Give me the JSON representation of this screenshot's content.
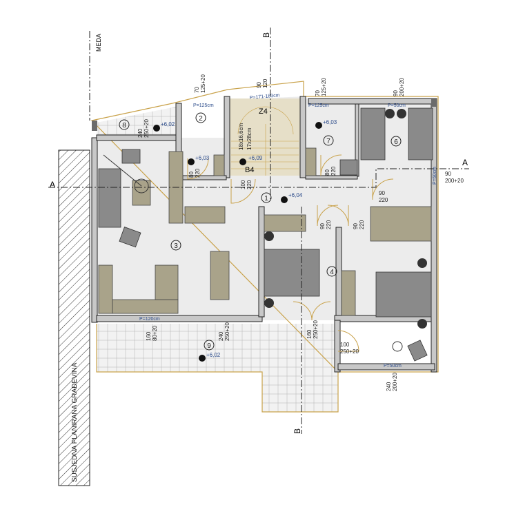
{
  "neighbor_label": "SUSJEDNA PLANIRANA GRAĐEVINA",
  "boundary_label": "MEDA",
  "sections": {
    "a_left": "A",
    "a_right": "A",
    "b_top": "B",
    "b_bottom": "B"
  },
  "rooms": [
    {
      "id": "1"
    },
    {
      "id": "2"
    },
    {
      "id": "3"
    },
    {
      "id": "4"
    },
    {
      "id": "6"
    },
    {
      "id": "7"
    },
    {
      "id": "8"
    },
    {
      "id": "9"
    }
  ],
  "stair_label": "Z4",
  "chimney_label": "B4",
  "stair_dims": [
    "18x16,6cm",
    "17x28cm"
  ],
  "elevations": [
    "+6,02",
    "+6,03",
    "+6,09",
    "+6,04",
    "+6,03",
    "+6,02"
  ],
  "windows": [
    "P=125cm",
    "P=171-183cm",
    "P=125cm",
    "P=50cm",
    "P=50cm",
    "P=120cm",
    "P=50cm"
  ],
  "dimensions": [
    [
      "70",
      "125+20"
    ],
    [
      "90",
      "120"
    ],
    [
      "70",
      "125+20"
    ],
    [
      "90",
      "200+20"
    ],
    [
      "240",
      "250+20"
    ],
    [
      "80",
      "220"
    ],
    [
      "100",
      "220"
    ],
    [
      "80",
      "220"
    ],
    [
      "90",
      "200+20"
    ],
    [
      "90",
      "220"
    ],
    [
      "90",
      "220"
    ],
    [
      "90",
      "220"
    ],
    [
      "160",
      "80+20"
    ],
    [
      "240",
      "250+20"
    ],
    [
      "160",
      "250+20"
    ],
    [
      "100",
      "250+20"
    ],
    [
      "240",
      "200+20"
    ]
  ],
  "colors": {
    "outline": "#c9a24a",
    "wall": "#c8c8c8",
    "cabinet": "#a9a38a",
    "stair": "#e6dfc8",
    "text_blue": "#2a4a8a"
  }
}
